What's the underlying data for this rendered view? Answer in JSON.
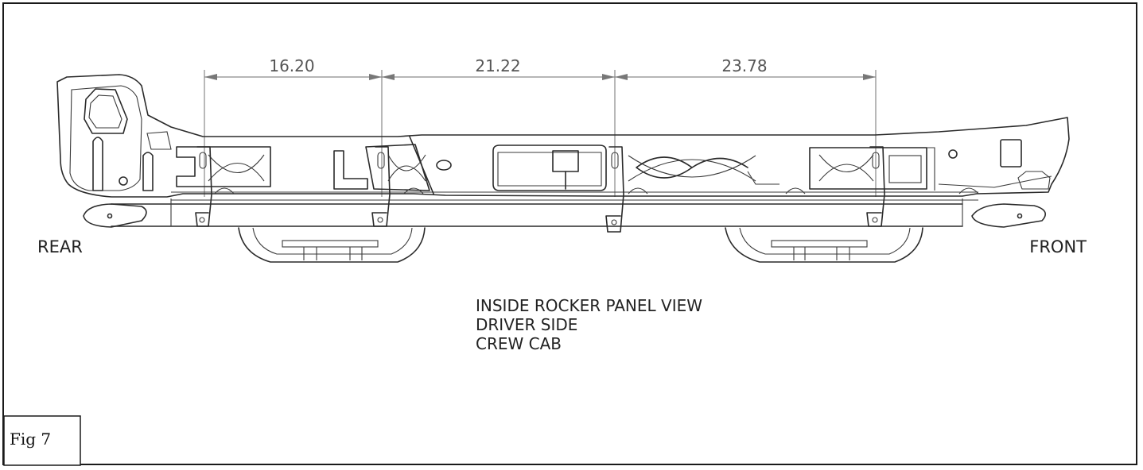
{
  "dimensions": [
    {
      "value": "16.20"
    },
    {
      "value": "21.22"
    },
    {
      "value": "23.78"
    }
  ],
  "labels": {
    "rear": "REAR",
    "front": "FRONT"
  },
  "caption": {
    "line1": "INSIDE ROCKER PANEL VIEW",
    "line2": "DRIVER SIDE",
    "line3": "CREW CAB"
  },
  "figure_label": "Fig 7",
  "icons": [
    "rocker-panel-drawing-icon",
    "running-board-step-icon",
    "mounting-bracket-icon"
  ],
  "colors": {
    "line": "#2a2a2a",
    "dimension": "#8a8a8a",
    "border": "#1a1a1a"
  }
}
